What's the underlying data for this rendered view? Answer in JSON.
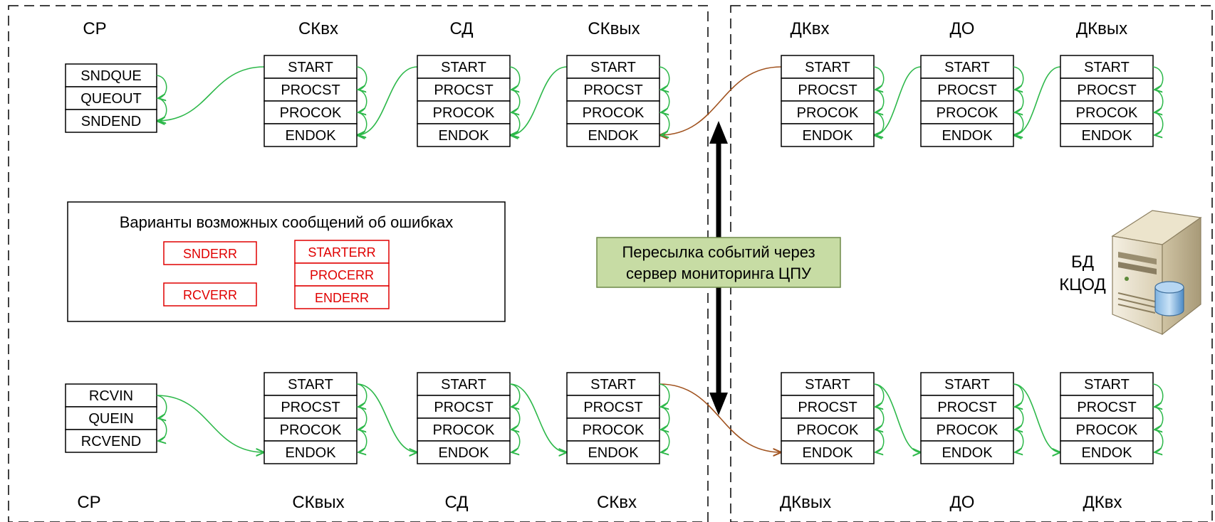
{
  "colors": {
    "green_arrow": "#2db84a",
    "brown_arrow": "#a0521e",
    "error_red": "#e00000",
    "info_box_fill": "#c7dca4",
    "info_box_border": "#6e8a48"
  },
  "top": {
    "labels": [
      "СР",
      "СКвх",
      "СД",
      "СКвых",
      "ДКвх",
      "ДО",
      "ДКвых"
    ],
    "sr_states": [
      "SNDQUE",
      "QUEOUT",
      "SNDEND"
    ],
    "unit_states": [
      "START",
      "PROCST",
      "PROCOK",
      "ENDOK"
    ]
  },
  "bottom": {
    "labels": [
      "СР",
      "СКвых",
      "СД",
      "СКвх",
      "ДКвых",
      "ДО",
      "ДКвх"
    ],
    "sr_states": [
      "RCVIN",
      "QUEIN",
      "RCVEND"
    ],
    "unit_states": [
      "START",
      "PROCST",
      "PROCOK",
      "ENDOK"
    ]
  },
  "errors": {
    "title": "Варианты возможных сообщений об ошибках",
    "left": [
      "SNDERR",
      "RCVERR"
    ],
    "right": [
      "STARTERR",
      "PROCERR",
      "ENDERR"
    ]
  },
  "relay": {
    "line1": "Пересылка событий через",
    "line2": "сервер мониторинга ЦПУ"
  },
  "db": {
    "line1": "БД",
    "line2": "КЦОД",
    "icon": "database-server-icon"
  }
}
